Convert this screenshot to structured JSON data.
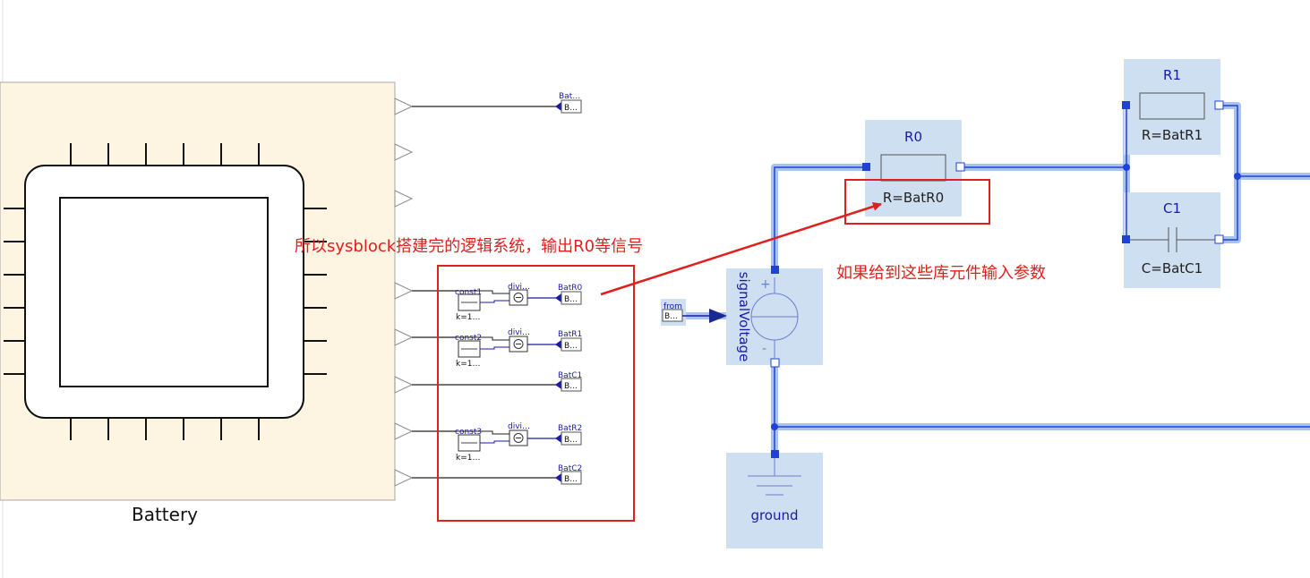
{
  "battery": {
    "label": "Battery"
  },
  "signal_block": {
    "outputs": [
      {
        "tag": "Bat…",
        "bus": "B…"
      },
      {
        "tag": "BatR0",
        "bus": "B…",
        "const": "const1",
        "k": "k=1…",
        "div": "divi…"
      },
      {
        "tag": "BatR1",
        "bus": "B…",
        "const": "const2",
        "k": "k=1…",
        "div": "divi…"
      },
      {
        "tag": "BatC1",
        "bus": "B…"
      },
      {
        "tag": "BatR2",
        "bus": "B…",
        "const": "const3",
        "k": "k=1…",
        "div": "divi…"
      },
      {
        "tag": "BatC2",
        "bus": "B…"
      }
    ]
  },
  "circuit": {
    "from_tag": {
      "title": "from",
      "bus": "B…"
    },
    "signal_voltage": {
      "name": "signalVoltage",
      "plus": "+",
      "minus": "-"
    },
    "r0": {
      "name": "R0",
      "param": "R=BatR0"
    },
    "r1": {
      "name": "R1",
      "param": "R=BatR1"
    },
    "c1": {
      "name": "C1",
      "param": "C=BatC1"
    },
    "ground": {
      "name": "ground"
    }
  },
  "annotations": {
    "left_note": "所以sysblock搭建完的逻辑系统，输出R0等信号",
    "right_note": "如果给到这些库元件输入参数"
  },
  "colors": {
    "battery_fill": "#fdf4e1",
    "component_fill": "#cddff0",
    "wire_highlight": "#a9c4ec",
    "wire": "#2040d8",
    "highlight_red": "#e0201c"
  }
}
